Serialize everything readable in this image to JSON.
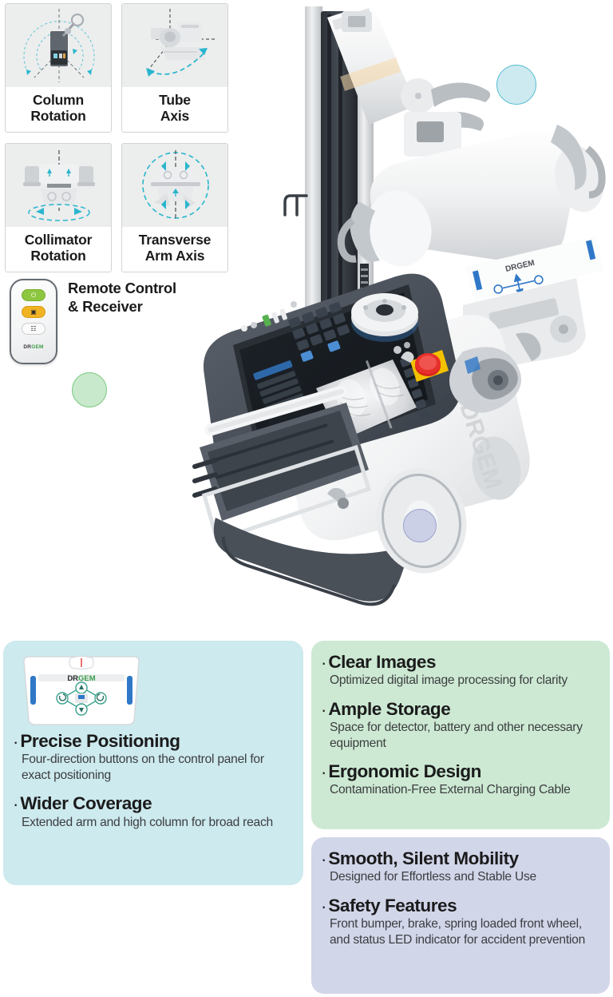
{
  "motion_cards": [
    {
      "label": "Column\nRotation",
      "line1": "Column",
      "line2": "Rotation",
      "icon": "column-rotation-diagram"
    },
    {
      "label": "Tube\nAxis",
      "line1": "Tube",
      "line2": "Axis",
      "icon": "tube-axis-diagram"
    },
    {
      "label": "Collimator\nRotation",
      "line1": "Collimator",
      "line2": "Rotation",
      "icon": "collimator-rotation-diagram"
    },
    {
      "label": "Transverse\nArm Axis",
      "line1": "Transverse",
      "line2": "Arm Axis",
      "icon": "transverse-arm-axis-diagram"
    }
  ],
  "remote": {
    "caption_line1": "Remote Control",
    "caption_line2": "& Receiver",
    "brand_dr": "DR",
    "brand_gem": "GEM",
    "buttons": [
      {
        "name": "power-button",
        "glyph": "⏻",
        "color": "#8dc63f"
      },
      {
        "name": "exposure-button",
        "glyph": "☀",
        "color": "#f0b323"
      },
      {
        "name": "secondary-button",
        "glyph": "☷",
        "color": "#fbfbfb"
      }
    ]
  },
  "product": {
    "name": "mobile-digital-radiography-system",
    "console_brand_dr": "DR",
    "console_brand_gem": "GEM"
  },
  "decorative_dots": [
    {
      "name": "blue-accent-dot",
      "fill": "#cdeaf0",
      "stroke": "#54bdd0"
    },
    {
      "name": "green-accent-dot",
      "fill": "#c8e9cb",
      "stroke": "#79c77f"
    },
    {
      "name": "lavender-accent-dot",
      "fill": "#ccd0e6",
      "stroke": "#9aa1cc"
    }
  ],
  "panels": [
    {
      "name": "positioning-panel",
      "color": "#cdeaee",
      "illustration": {
        "name": "control-panel-illustration",
        "brand_dr": "DR",
        "brand_gem": "GEM"
      },
      "features": [
        {
          "title": "Precise Positioning",
          "desc": "Four-direction buttons on the control panel for exact positioning"
        },
        {
          "title": "Wider Coverage",
          "desc": "Extended arm and high column for broad reach"
        }
      ]
    },
    {
      "name": "imaging-panel",
      "color": "#cde9d3",
      "features": [
        {
          "title": "Clear Images",
          "desc": "Optimized digital image processing for clarity"
        },
        {
          "title": "Ample Storage",
          "desc": "Space for detector, battery and other necessary equipment"
        },
        {
          "title": "Ergonomic Design",
          "desc": "Contamination-Free External Charging Cable"
        }
      ]
    },
    {
      "name": "mobility-safety-panel",
      "color": "#d2d6e9",
      "features": [
        {
          "title": "Smooth, Silent Mobility",
          "desc": "Designed for Effortless and Stable Use"
        },
        {
          "title": "Safety Features",
          "desc": "Front bumper, brake, spring loaded front wheel, and status LED indicator for accident prevention"
        }
      ]
    }
  ],
  "colors": {
    "accent_cyan": "#29b6cd",
    "brand_green": "#3b9e4c",
    "text_dark": "#1b1b1c",
    "text_body": "#3b3d40"
  }
}
